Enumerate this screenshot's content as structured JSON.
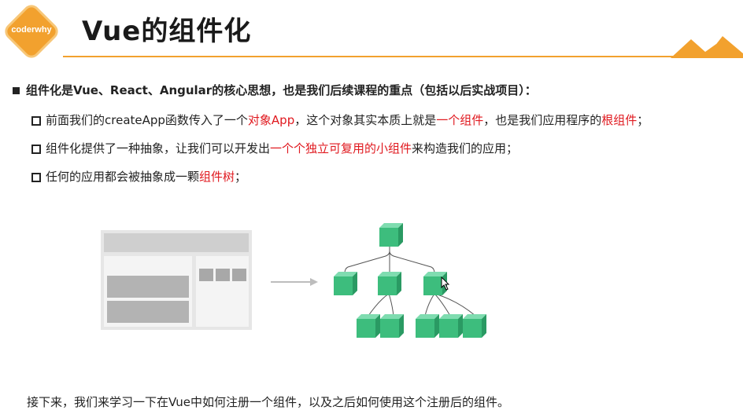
{
  "header": {
    "logo_text": "coderwhy",
    "title": "Vue的组件化"
  },
  "content": {
    "main_point": "组件化是Vue、React、Angular的核心思想，也是我们后续课程的重点（包括以后实战项目）：",
    "sub_points": [
      {
        "parts": [
          "前面我们的createApp函数传入了一个",
          "对象App",
          "，这个对象其实本质上就是",
          "一个组件",
          "，也是我们应用程序的",
          "根组件",
          "；"
        ]
      },
      {
        "parts": [
          "组件化提供了一种抽象，让我们可以开发出",
          "一个个独立可复用的小组件",
          "来构造我们的应用；"
        ]
      },
      {
        "parts": [
          "任何的应用都会被抽象成一颗",
          "组件树",
          "；"
        ]
      }
    ],
    "bottom_text": "接下来，我们来学习一下在Vue中如何注册一个组件，以及之后如何使用这个注册后的组件。"
  },
  "colors": {
    "accent": "#f2a12e",
    "highlight": "#e0191f",
    "cube": "#3dbd7d"
  }
}
